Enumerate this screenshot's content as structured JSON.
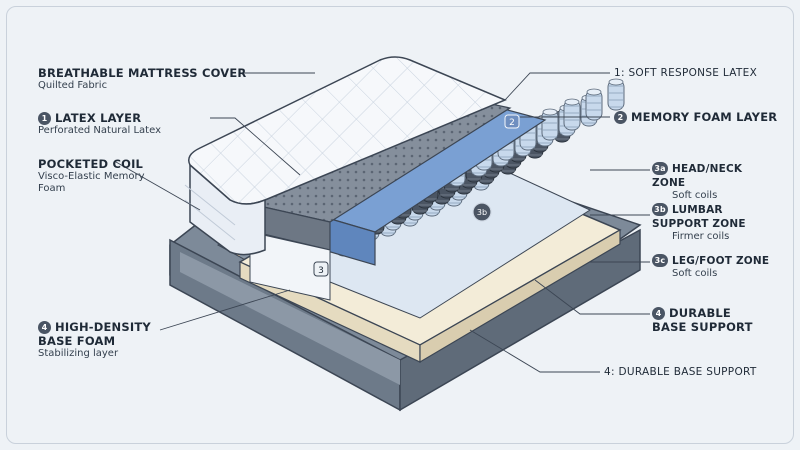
{
  "left_labels": [
    {
      "num": "",
      "title": "BREATHABLE MATTRESS COVER",
      "sub": "Quilted Fabric"
    },
    {
      "num": "1",
      "title": "LATEX LAYER",
      "sub": "Perforated Natural Latex"
    },
    {
      "num": "",
      "title": "POCKETED COIL",
      "sub": "Visco-Elastic Memory Foam"
    },
    {
      "num": "4",
      "title": "HIGH-DENSITY BASE FOAM",
      "sub": "Stabilizing layer"
    }
  ],
  "right_labels": [
    {
      "num": "",
      "title": "1: SOFT RESPONSE LATEX",
      "sub": ""
    },
    {
      "num": "2",
      "title": "MEMORY FOAM LAYER",
      "sub": ""
    },
    {
      "num": "3a",
      "title": "HEAD/NECK ZONE",
      "sub": "Soft coils"
    },
    {
      "num": "3b",
      "title": "LUMBAR SUPPORT ZONE",
      "sub": "Firmer coils"
    },
    {
      "num": "3c",
      "title": "LEG/FOOT ZONE",
      "sub": "Soft coils"
    },
    {
      "num": "4",
      "title": "DURABLE BASE SUPPORT",
      "sub": ""
    },
    {
      "num": "",
      "title": "4: DURABLE BASE SUPPORT",
      "sub": ""
    }
  ],
  "diagram_markers": [
    "2",
    "3",
    "3b"
  ],
  "colors": {
    "background": "#eef2f6",
    "frame": "#8290a0",
    "cover": "#f4f7fb",
    "latex": "#7f8a97",
    "memory_foam": "#6f95c9",
    "coils_soft": "#c8d9ec",
    "coils_firm": "#4b5563",
    "base_foam": "#f1ead6",
    "slats": "#d2b48c"
  }
}
